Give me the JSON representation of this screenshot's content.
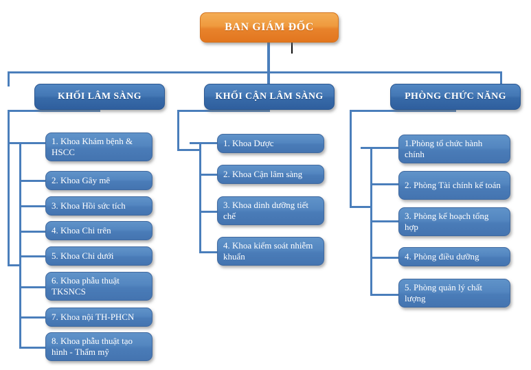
{
  "diagram": {
    "title": "So do to chuc",
    "root": {
      "label": "BAN GIÁM ĐỐC",
      "color": "#e8832b"
    },
    "branches": [
      {
        "key": "clinical",
        "label": "KHỐI LÂM SÀNG",
        "color": "#2f5f9e",
        "children": [
          {
            "label": "1. Khoa Khám bệnh & HSCC"
          },
          {
            "label": "2. Khoa Gây mê"
          },
          {
            "label": "3. Khoa Hồi sức tích"
          },
          {
            "label": "4. Khoa Chi trên"
          },
          {
            "label": "5. Khoa Chi dưới"
          },
          {
            "label": "6. Khoa phẫu thuật TKSNCS"
          },
          {
            "label": "7. Khoa nội TH-PHCN"
          },
          {
            "label": "8. Khoa phẫu thuật tạo hình - Thẩm mỹ"
          }
        ]
      },
      {
        "key": "paraclinical",
        "label": "KHỐI CẬN LÂM SÀNG",
        "color": "#2f5f9e",
        "children": [
          {
            "label": "1. Khoa Dược"
          },
          {
            "label": "2. Khoa Cận lâm sàng"
          },
          {
            "label": "3. Khoa dinh dưỡng tiết chế"
          },
          {
            "label": "4. Khoa kiểm soát nhiễm khuẩn"
          }
        ]
      },
      {
        "key": "functional",
        "label": "PHÒNG CHỨC NĂNG",
        "color": "#2f5f9e",
        "children": [
          {
            "label": "1.Phòng tổ chức hành chính"
          },
          {
            "label": "2. Phòng Tài chính kế toán"
          },
          {
            "label": "3. Phòng kế hoạch tổng hợp"
          },
          {
            "label": "4. Phòng điều dưỡng"
          },
          {
            "label": "5. Phòng quản lý chất lượng"
          }
        ]
      }
    ]
  }
}
